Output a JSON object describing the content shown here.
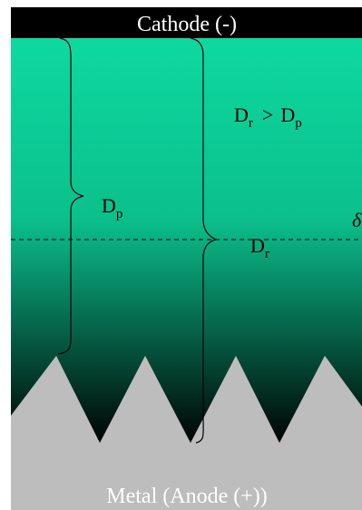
{
  "cathode_bar": {
    "label": "Cathode (-)",
    "color": "#000000",
    "text_color": "#ffffff"
  },
  "electrolyte": {
    "color_top": "#0ed9a0",
    "color_bottom": "#000000"
  },
  "anode": {
    "label": "Metal (Anode (+))",
    "color": "#bdbdbd",
    "text_color": "#ffffff"
  },
  "annotations": {
    "dp": {
      "main": "D",
      "sub": "p"
    },
    "dr": {
      "main": "D",
      "sub": "r"
    },
    "inequality": {
      "left_main": "D",
      "left_sub": "r",
      "op": ">",
      "right_main": "D",
      "right_sub": "p"
    },
    "delta": "δ"
  },
  "diffusion_layer_line": {
    "style": "dashed",
    "color": "#000000"
  }
}
